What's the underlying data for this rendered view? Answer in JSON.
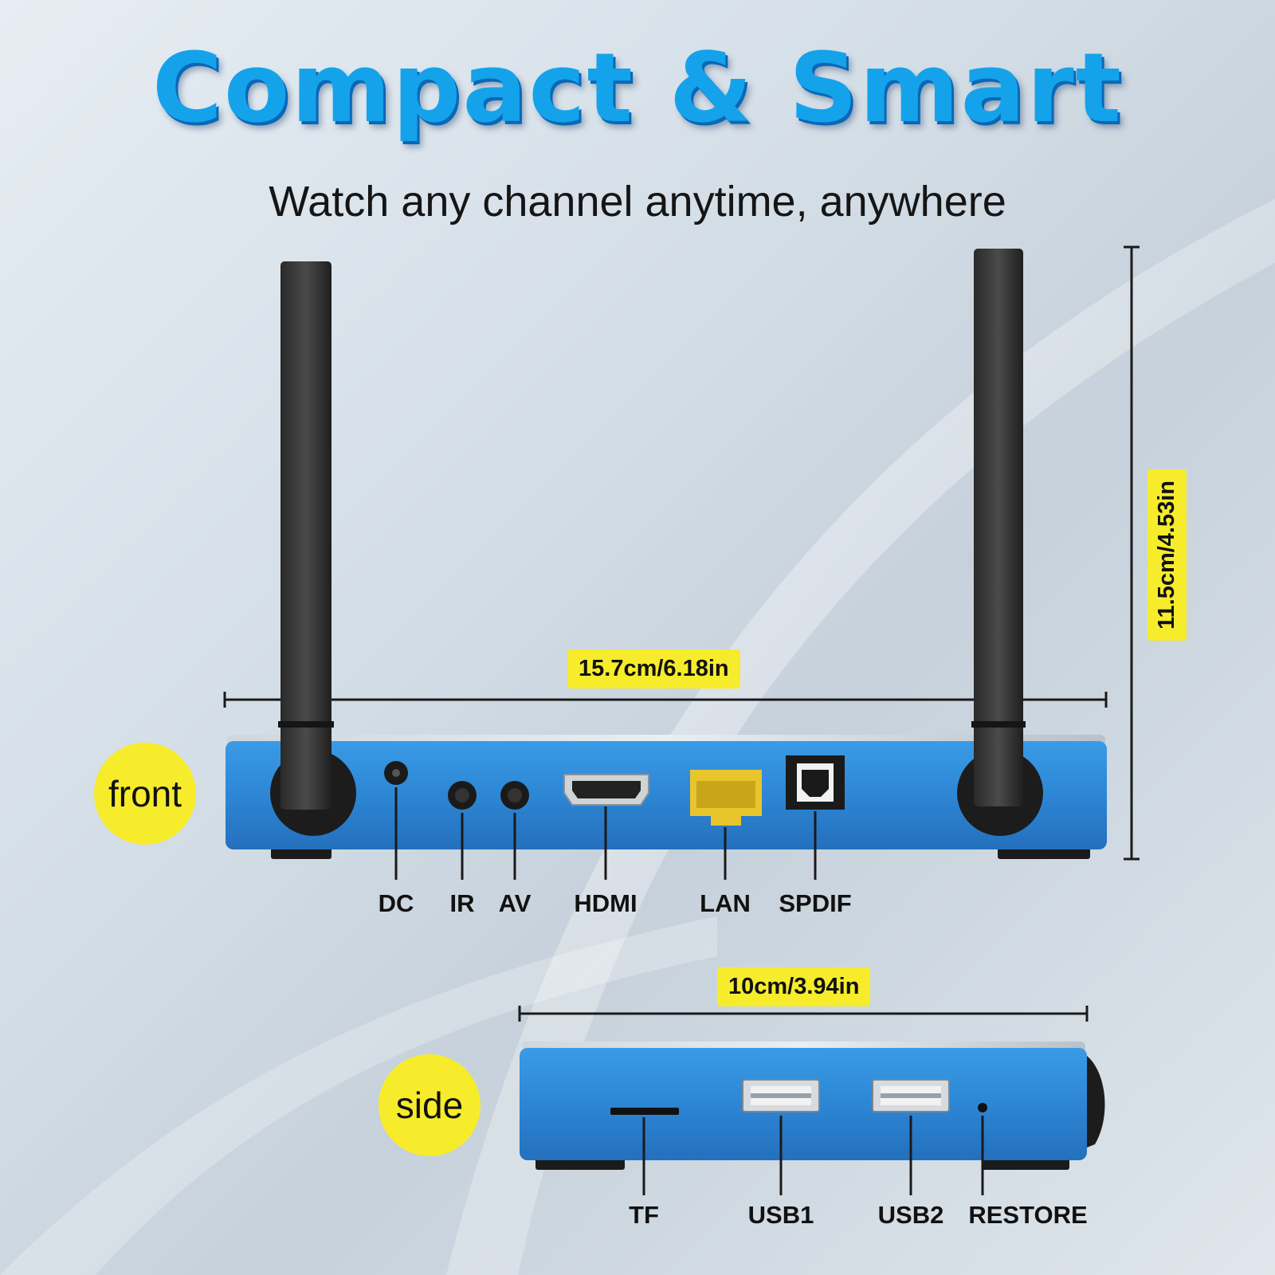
{
  "title": "Compact & Smart",
  "subtitle": "Watch any channel anytime, anywhere",
  "dimensions": {
    "width": "15.7cm/6.18in",
    "height": "11.5cm/4.53in",
    "depth": "10cm/3.94in"
  },
  "views": {
    "front": "front",
    "side": "side"
  },
  "front_ports": [
    "DC",
    "IR",
    "AV",
    "HDMI",
    "LAN",
    "SPDIF"
  ],
  "side_ports": [
    "TF",
    "USB1",
    "USB2",
    "RESTORE"
  ],
  "colors": {
    "title": "#14a3ea",
    "device_body": "#2f86d6",
    "label_bg": "#f6ec2b",
    "lan_port": "#e8c52c"
  }
}
